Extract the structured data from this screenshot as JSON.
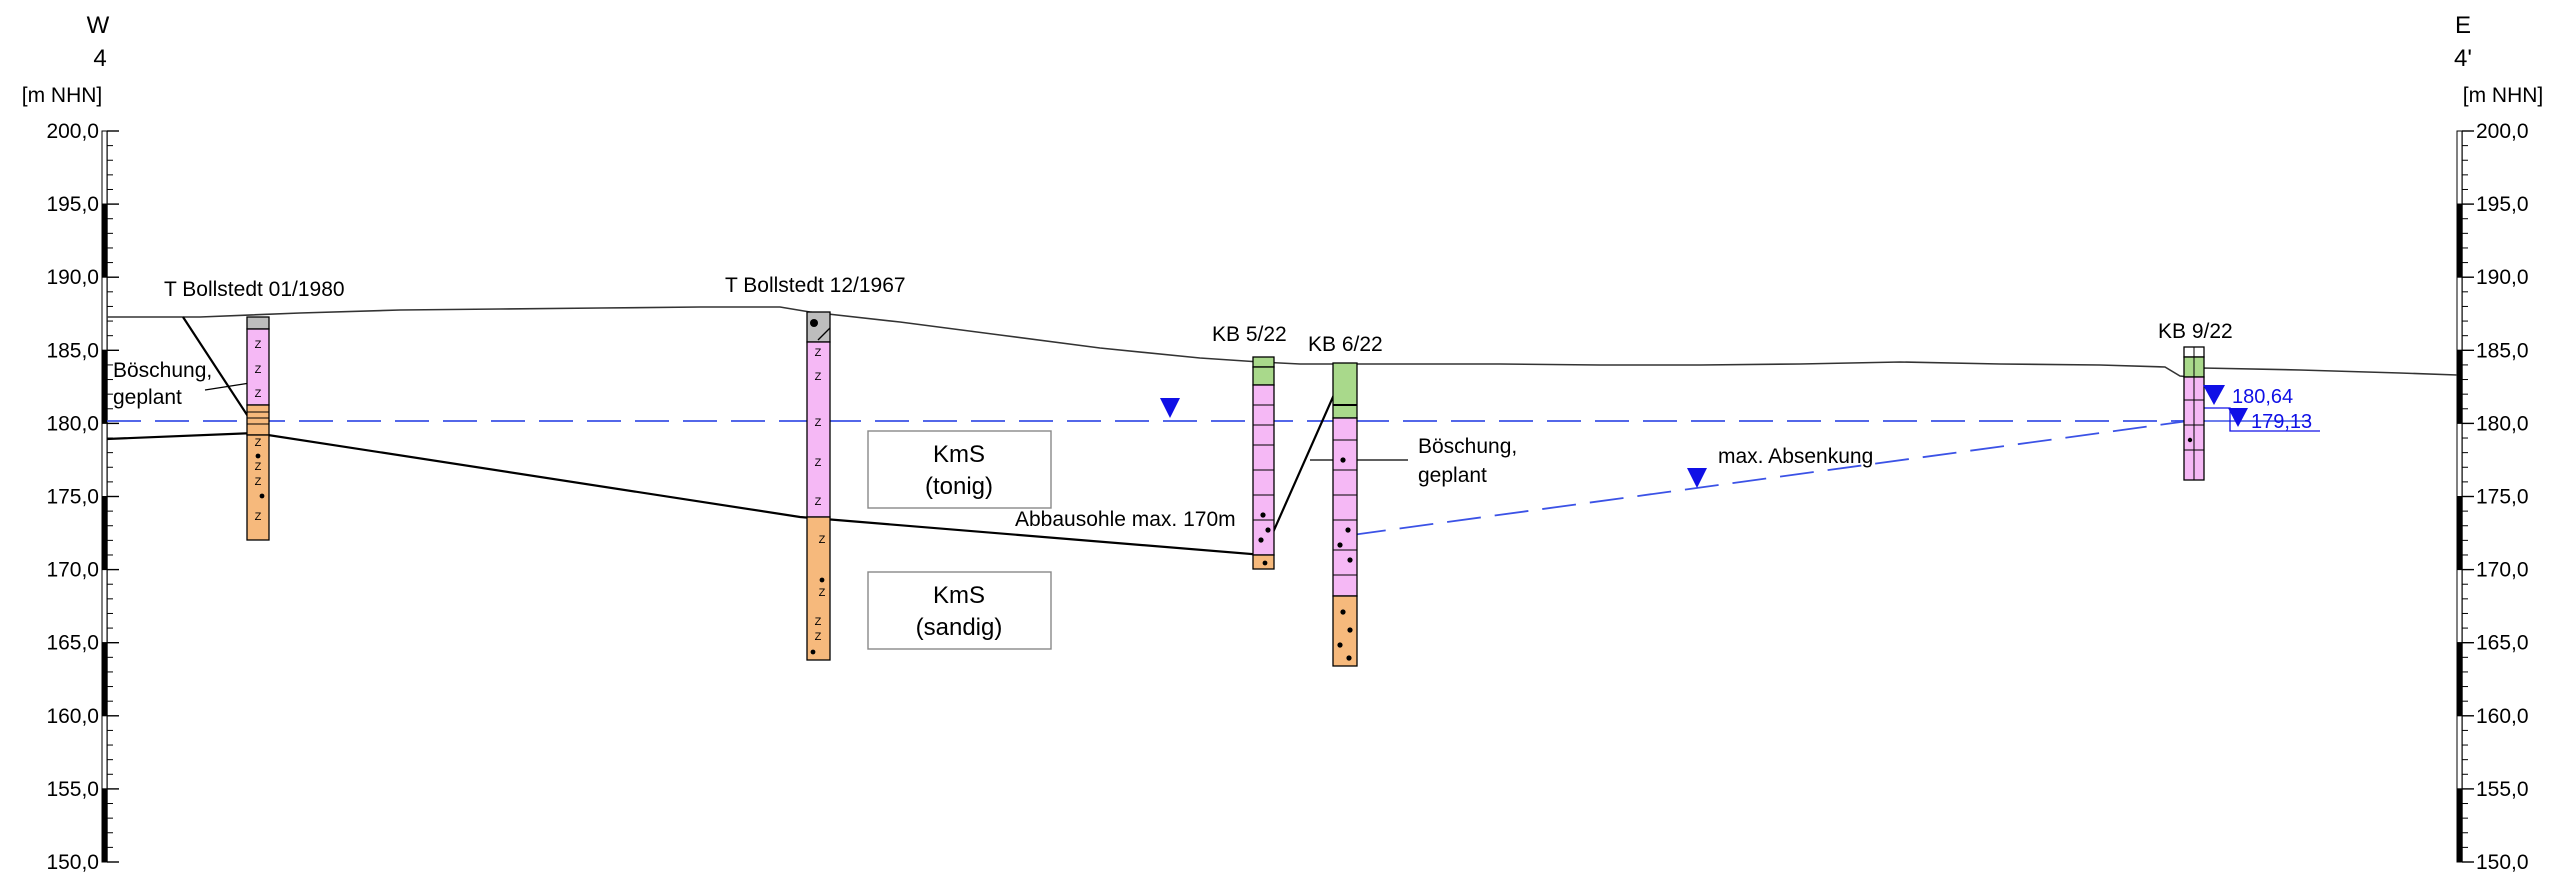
{
  "left": {
    "direction": "W",
    "point": "4"
  },
  "right": {
    "direction": "E",
    "point": "4'"
  },
  "unit_label": "[m NHN]",
  "elevation_ticks": [
    "200,0",
    "195,0",
    "190,0",
    "185,0",
    "180,0",
    "175,0",
    "170,0",
    "165,0",
    "160,0",
    "155,0",
    "150,0"
  ],
  "boreholes": [
    {
      "name": "T Bollstedt 01/1980",
      "top_m": 186.2,
      "bottom_m": 171.3
    },
    {
      "name": "T Bollstedt 12/1967",
      "top_m": 186.4,
      "bottom_m": 163.7
    },
    {
      "name": "KB 5/22",
      "top_m": 183.3,
      "bottom_m": 169.7
    },
    {
      "name": "KB 6/22",
      "top_m": 183.0,
      "bottom_m": 163.2
    },
    {
      "name": "KB 9/22",
      "top_m": 184.0,
      "bottom_m": 175.4
    }
  ],
  "annotations": {
    "slope_left": [
      "Böschung,",
      "geplant"
    ],
    "slope_right": [
      "Böschung,",
      "geplant"
    ],
    "excavation_base": "Abbausohle max. 170m",
    "max_drawdown": "max. Absenkung"
  },
  "units": [
    {
      "lines": [
        "KmS",
        "(tonig)"
      ]
    },
    {
      "lines": [
        "KmS",
        "(sandig)"
      ]
    }
  ],
  "water_levels": [
    "180,64",
    "179,13"
  ],
  "colors": {
    "clay_pink": "#f5b8f5",
    "sand_orange": "#f6b97c",
    "green": "#a9d98b",
    "grey": "#bdbdbd",
    "water_blue": "#1010e6",
    "dashed_blue": "#3b52e6"
  }
}
